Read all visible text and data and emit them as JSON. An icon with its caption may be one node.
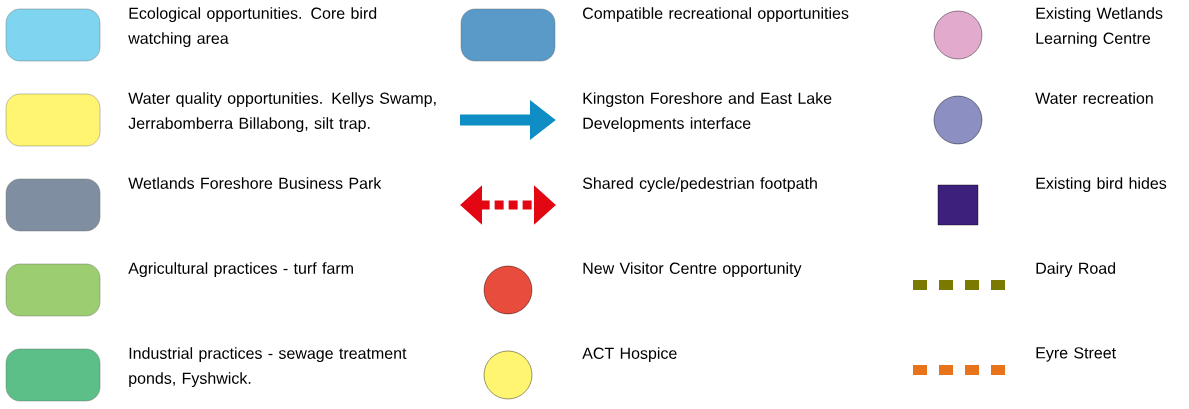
{
  "diagram": {
    "legend": [
      {
        "text": "Ecological opportunities. Core bird watching area",
        "color": "#7fd4f0"
      },
      {
        "text": "Water quality opportunities. Kellys Swamp, Jerrabomberra Billabong, silt trap.",
        "color": "#fff571"
      },
      {
        "text": "Wetlands Foreshore Business Park",
        "color": "#7f8fa1"
      },
      {
        "text": "Agricultural practices - turf farm",
        "color": "#9ccd71"
      },
      {
        "text": "Industrial practices - sewage treatment ponds, Fyshwick.",
        "color": "#5bbf87"
      },
      {
        "text": "Compatible recreational opportunities",
        "color": "#5a9ac8"
      },
      {
        "text": "Kingston Foreshore and East Lake Developments interface"
      },
      {
        "text": "Shared cycle/pedestrian footpath"
      },
      {
        "text": "New Visitor Centre opportunity",
        "color": "#e84c3d"
      },
      {
        "text": "ACT Hospice",
        "color": "#fff571"
      },
      {
        "text": "Existing Wetlands Learning Centre",
        "color": "#e2abcd"
      },
      {
        "text": "Water recreation",
        "color": "#8b8fc2"
      },
      {
        "text": "Existing bird hides",
        "color": "#3d1f7c"
      },
      {
        "text": "Dairy Road"
      },
      {
        "text": "Eyre Street"
      }
    ]
  }
}
